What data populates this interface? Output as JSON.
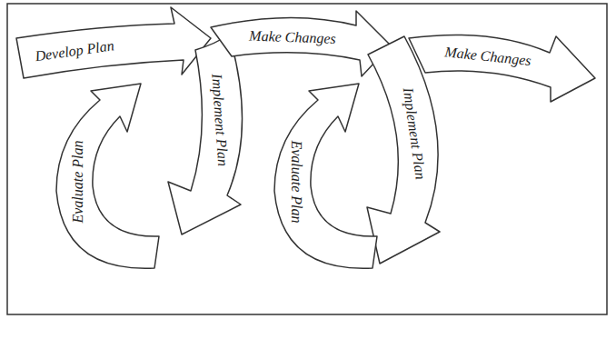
{
  "diagram": {
    "nodes": [
      {
        "text": [
          "Develop Plan"
        ]
      },
      {
        "text": [
          "Implement Plan"
        ]
      },
      {
        "text": [
          "Evaluate Plan"
        ]
      },
      {
        "text": [
          "Make Changes"
        ]
      },
      {
        "text": [
          "Implement Plan"
        ]
      },
      {
        "text": [
          "Evaluate Plan"
        ]
      },
      {
        "text": [
          "Make Changes"
        ]
      }
    ]
  }
}
